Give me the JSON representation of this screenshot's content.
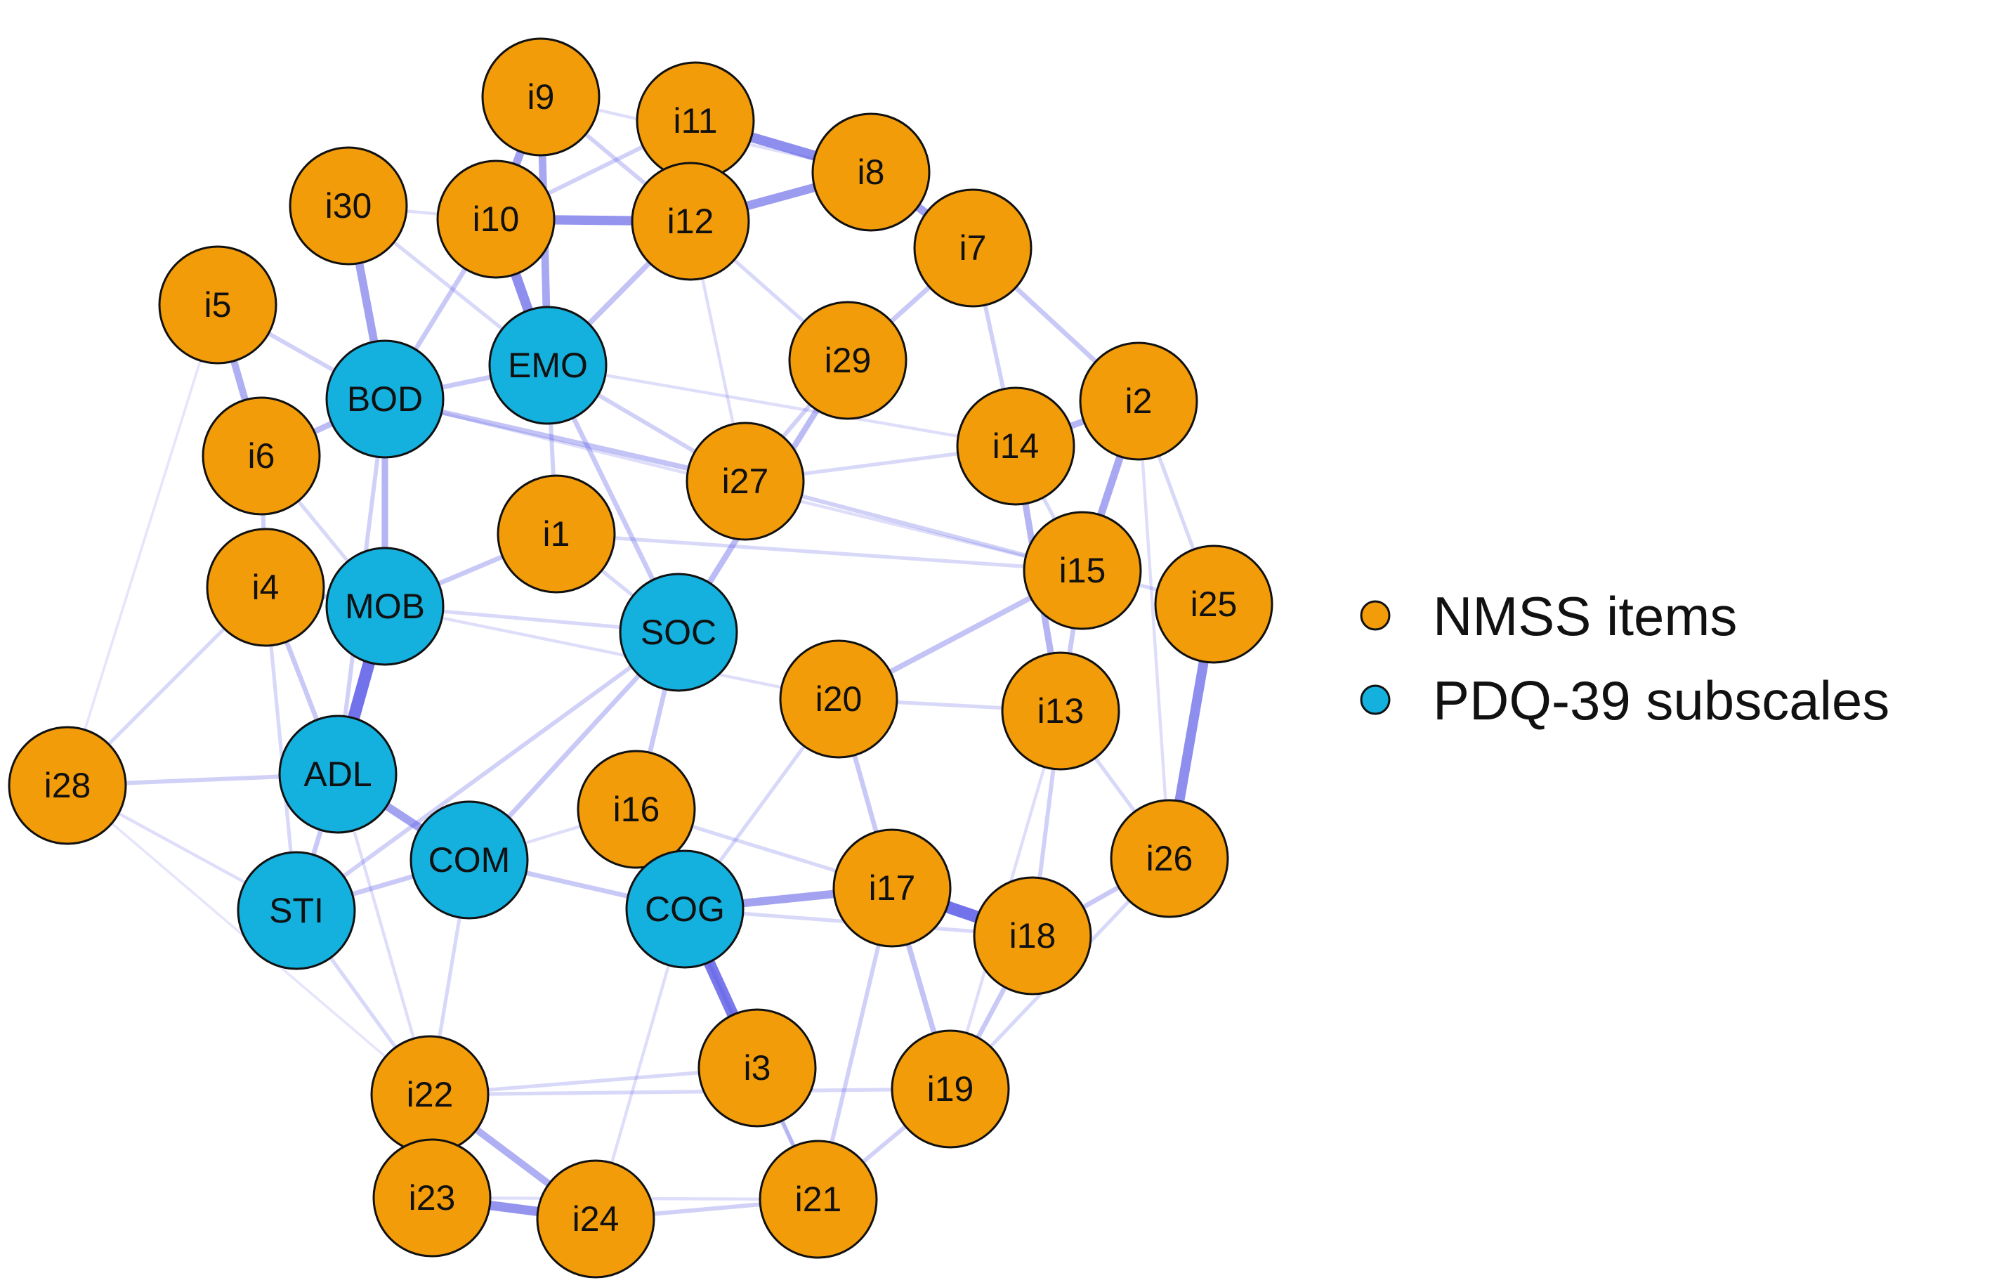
{
  "groups": [
    {
      "id": "nmss",
      "label": "NMSS items",
      "color": "#F39C0A"
    },
    {
      "id": "pdq",
      "label": "PDQ-39 subscales",
      "color": "#14B0DE"
    }
  ],
  "edge_color": "#5B5BE6",
  "nodes": [
    {
      "id": "i9",
      "label": "i9",
      "group": "nmss"
    },
    {
      "id": "i11",
      "label": "i11",
      "group": "nmss"
    },
    {
      "id": "i8",
      "label": "i8",
      "group": "nmss"
    },
    {
      "id": "i30",
      "label": "i30",
      "group": "nmss"
    },
    {
      "id": "i10",
      "label": "i10",
      "group": "nmss"
    },
    {
      "id": "i12",
      "label": "i12",
      "group": "nmss"
    },
    {
      "id": "i7",
      "label": "i7",
      "group": "nmss"
    },
    {
      "id": "i5",
      "label": "i5",
      "group": "nmss"
    },
    {
      "id": "BOD",
      "label": "BOD",
      "group": "pdq"
    },
    {
      "id": "EMO",
      "label": "EMO",
      "group": "pdq"
    },
    {
      "id": "i29",
      "label": "i29",
      "group": "nmss"
    },
    {
      "id": "i2",
      "label": "i2",
      "group": "nmss"
    },
    {
      "id": "i6",
      "label": "i6",
      "group": "nmss"
    },
    {
      "id": "i14",
      "label": "i14",
      "group": "nmss"
    },
    {
      "id": "i27",
      "label": "i27",
      "group": "nmss"
    },
    {
      "id": "i1",
      "label": "i1",
      "group": "nmss"
    },
    {
      "id": "i15",
      "label": "i15",
      "group": "nmss"
    },
    {
      "id": "i4",
      "label": "i4",
      "group": "nmss"
    },
    {
      "id": "MOB",
      "label": "MOB",
      "group": "pdq"
    },
    {
      "id": "SOC",
      "label": "SOC",
      "group": "pdq"
    },
    {
      "id": "i25",
      "label": "i25",
      "group": "nmss"
    },
    {
      "id": "i20",
      "label": "i20",
      "group": "nmss"
    },
    {
      "id": "i13",
      "label": "i13",
      "group": "nmss"
    },
    {
      "id": "ADL",
      "label": "ADL",
      "group": "pdq"
    },
    {
      "id": "i28",
      "label": "i28",
      "group": "nmss"
    },
    {
      "id": "i16",
      "label": "i16",
      "group": "nmss"
    },
    {
      "id": "COM",
      "label": "COM",
      "group": "pdq"
    },
    {
      "id": "i26",
      "label": "i26",
      "group": "nmss"
    },
    {
      "id": "STI",
      "label": "STI",
      "group": "pdq"
    },
    {
      "id": "COG",
      "label": "COG",
      "group": "pdq"
    },
    {
      "id": "i17",
      "label": "i17",
      "group": "nmss"
    },
    {
      "id": "i18",
      "label": "i18",
      "group": "nmss"
    },
    {
      "id": "i3",
      "label": "i3",
      "group": "nmss"
    },
    {
      "id": "i19",
      "label": "i19",
      "group": "nmss"
    },
    {
      "id": "i22",
      "label": "i22",
      "group": "nmss"
    },
    {
      "id": "i23",
      "label": "i23",
      "group": "nmss"
    },
    {
      "id": "i24",
      "label": "i24",
      "group": "nmss"
    },
    {
      "id": "i21",
      "label": "i21",
      "group": "nmss"
    }
  ],
  "edges": [
    {
      "from": "i11",
      "to": "i8",
      "weight": 0.75
    },
    {
      "from": "i8",
      "to": "i12",
      "weight": 0.65
    },
    {
      "from": "i8",
      "to": "i7",
      "weight": 0.6
    },
    {
      "from": "i10",
      "to": "i12",
      "weight": 0.7
    },
    {
      "from": "i9",
      "to": "i10",
      "weight": 0.6
    },
    {
      "from": "i9",
      "to": "EMO",
      "weight": 0.55
    },
    {
      "from": "i10",
      "to": "EMO",
      "weight": 0.75
    },
    {
      "from": "i30",
      "to": "BOD",
      "weight": 0.6
    },
    {
      "from": "i5",
      "to": "i6",
      "weight": 0.5
    },
    {
      "from": "MOB",
      "to": "ADL",
      "weight": 0.95
    },
    {
      "from": "ADL",
      "to": "COM",
      "weight": 0.6
    },
    {
      "from": "COG",
      "to": "i17",
      "weight": 0.6
    },
    {
      "from": "i17",
      "to": "i18",
      "weight": 0.95
    },
    {
      "from": "COG",
      "to": "i3",
      "weight": 0.9
    },
    {
      "from": "i23",
      "to": "i24",
      "weight": 0.7
    },
    {
      "from": "i22",
      "to": "i24",
      "weight": 0.5
    },
    {
      "from": "i25",
      "to": "i26",
      "weight": 0.75
    },
    {
      "from": "i2",
      "to": "i15",
      "weight": 0.55
    },
    {
      "from": "i2",
      "to": "i14",
      "weight": 0.45
    },
    {
      "from": "i14",
      "to": "i13",
      "weight": 0.45
    },
    {
      "from": "SOC",
      "to": "i29",
      "weight": 0.4
    },
    {
      "from": "BOD",
      "to": "MOB",
      "weight": 0.45
    },
    {
      "from": "BOD",
      "to": "i6",
      "weight": 0.4
    },
    {
      "from": "BOD",
      "to": "i27",
      "weight": 0.35
    },
    {
      "from": "BOD",
      "to": "EMO",
      "weight": 0.3
    },
    {
      "from": "BOD",
      "to": "i10",
      "weight": 0.3
    },
    {
      "from": "EMO",
      "to": "i12",
      "weight": 0.35
    },
    {
      "from": "EMO",
      "to": "SOC",
      "weight": 0.3
    },
    {
      "from": "EMO",
      "to": "i27",
      "weight": 0.25
    },
    {
      "from": "MOB",
      "to": "i1",
      "weight": 0.3
    },
    {
      "from": "MOB",
      "to": "i4",
      "weight": 0.3
    },
    {
      "from": "ADL",
      "to": "i4",
      "weight": 0.3
    },
    {
      "from": "ADL",
      "to": "i28",
      "weight": 0.25
    },
    {
      "from": "ADL",
      "to": "STI",
      "weight": 0.3
    },
    {
      "from": "ADL",
      "to": "BOD",
      "weight": 0.25
    },
    {
      "from": "COM",
      "to": "SOC",
      "weight": 0.3
    },
    {
      "from": "COM",
      "to": "COG",
      "weight": 0.3
    },
    {
      "from": "COM",
      "to": "STI",
      "weight": 0.3
    },
    {
      "from": "COM",
      "to": "i22",
      "weight": 0.2
    },
    {
      "from": "SOC",
      "to": "i16",
      "weight": 0.3
    },
    {
      "from": "SOC",
      "to": "STI",
      "weight": 0.25
    },
    {
      "from": "SOC",
      "to": "MOB",
      "weight": 0.2
    },
    {
      "from": "i20",
      "to": "i15",
      "weight": 0.35
    },
    {
      "from": "i20",
      "to": "i17",
      "weight": 0.3
    },
    {
      "from": "i7",
      "to": "i29",
      "weight": 0.3
    },
    {
      "from": "i7",
      "to": "i2",
      "weight": 0.3
    },
    {
      "from": "i7",
      "to": "i14",
      "weight": 0.25
    },
    {
      "from": "i15",
      "to": "i13",
      "weight": 0.3
    },
    {
      "from": "i15",
      "to": "i27",
      "weight": 0.25
    },
    {
      "from": "i15",
      "to": "i1",
      "weight": 0.2
    },
    {
      "from": "i18",
      "to": "i19",
      "weight": 0.3
    },
    {
      "from": "i18",
      "to": "i26",
      "weight": 0.3
    },
    {
      "from": "i17",
      "to": "i19",
      "weight": 0.35
    },
    {
      "from": "i17",
      "to": "i21",
      "weight": 0.25
    },
    {
      "from": "i3",
      "to": "i21",
      "weight": 0.25
    },
    {
      "from": "i19",
      "to": "i21",
      "weight": 0.25
    },
    {
      "from": "i22",
      "to": "i23",
      "weight": 0.3
    },
    {
      "from": "i24",
      "to": "i21",
      "weight": 0.25
    },
    {
      "from": "i22",
      "to": "i3",
      "weight": 0.2
    },
    {
      "from": "i22",
      "to": "i19",
      "weight": 0.2
    },
    {
      "from": "i4",
      "to": "i28",
      "weight": 0.2
    },
    {
      "from": "i6",
      "to": "i4",
      "weight": 0.25
    },
    {
      "from": "i5",
      "to": "BOD",
      "weight": 0.25
    },
    {
      "from": "i30",
      "to": "EMO",
      "weight": 0.2
    },
    {
      "from": "i11",
      "to": "i12",
      "weight": 0.3
    },
    {
      "from": "i11",
      "to": "i10",
      "weight": 0.25
    },
    {
      "from": "i9",
      "to": "i12",
      "weight": 0.25
    },
    {
      "from": "i29",
      "to": "i12",
      "weight": 0.2
    },
    {
      "from": "i29",
      "to": "i27",
      "weight": 0.25
    },
    {
      "from": "i27",
      "to": "i14",
      "weight": 0.2
    },
    {
      "from": "i1",
      "to": "EMO",
      "weight": 0.25
    },
    {
      "from": "i1",
      "to": "SOC",
      "weight": 0.2
    },
    {
      "from": "i16",
      "to": "COG",
      "weight": 0.25
    },
    {
      "from": "i16",
      "to": "i17",
      "weight": 0.2
    },
    {
      "from": "COG",
      "to": "i18",
      "weight": 0.2
    },
    {
      "from": "COG",
      "to": "i20",
      "weight": 0.2
    },
    {
      "from": "COG",
      "to": "i21",
      "weight": 0.2
    },
    {
      "from": "i13",
      "to": "i26",
      "weight": 0.2
    },
    {
      "from": "i13",
      "to": "i18",
      "weight": 0.25
    },
    {
      "from": "i25",
      "to": "i15",
      "weight": 0.2
    },
    {
      "from": "i25",
      "to": "i2",
      "weight": 0.2
    },
    {
      "from": "i26",
      "to": "i19",
      "weight": 0.2
    },
    {
      "from": "STI",
      "to": "i22",
      "weight": 0.2
    },
    {
      "from": "STI",
      "to": "i28",
      "weight": 0.15
    },
    {
      "from": "MOB",
      "to": "i20",
      "weight": 0.15
    },
    {
      "from": "BOD",
      "to": "i15",
      "weight": 0.15
    },
    {
      "from": "i30",
      "to": "i10",
      "weight": 0.15
    },
    {
      "from": "i9",
      "to": "i8",
      "weight": 0.15
    },
    {
      "from": "i6",
      "to": "MOB",
      "weight": 0.2
    },
    {
      "from": "i4",
      "to": "STI",
      "weight": 0.2
    },
    {
      "from": "i28",
      "to": "i5",
      "weight": 0.1
    },
    {
      "from": "i28",
      "to": "i22",
      "weight": 0.1
    },
    {
      "from": "i23",
      "to": "i21",
      "weight": 0.15
    },
    {
      "from": "i24",
      "to": "COG",
      "weight": 0.15
    },
    {
      "from": "i20",
      "to": "i13",
      "weight": 0.2
    },
    {
      "from": "i14",
      "to": "i15",
      "weight": 0.2
    },
    {
      "from": "i12",
      "to": "i27",
      "weight": 0.15
    },
    {
      "from": "EMO",
      "to": "i14",
      "weight": 0.15
    },
    {
      "from": "i16",
      "to": "i3",
      "weight": 0.15
    },
    {
      "from": "COM",
      "to": "i16",
      "weight": 0.15
    },
    {
      "from": "ADL",
      "to": "i22",
      "weight": 0.15
    },
    {
      "from": "i19",
      "to": "i13",
      "weight": 0.15
    },
    {
      "from": "i2",
      "to": "i26",
      "weight": 0.15
    }
  ]
}
